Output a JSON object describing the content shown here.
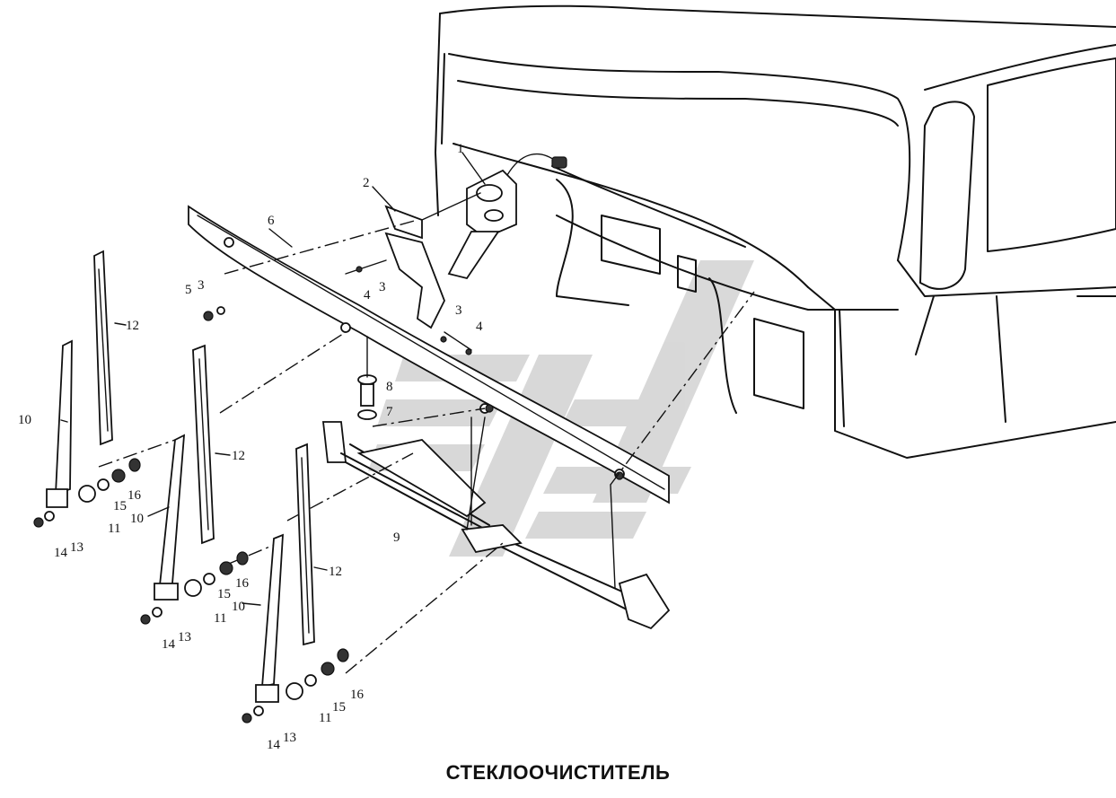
{
  "title": "СТЕКЛООЧИСТИТЕЛЬ",
  "watermark_color": "#b9b9b9",
  "callouts": [
    "1",
    "2",
    "3",
    "3",
    "3",
    "4",
    "4",
    "5",
    "6",
    "7",
    "8",
    "9",
    "10",
    "10",
    "10",
    "11",
    "11",
    "11",
    "12",
    "12",
    "12",
    "13",
    "13",
    "13",
    "14",
    "14",
    "14",
    "15",
    "15",
    "15",
    "16",
    "16",
    "16"
  ]
}
